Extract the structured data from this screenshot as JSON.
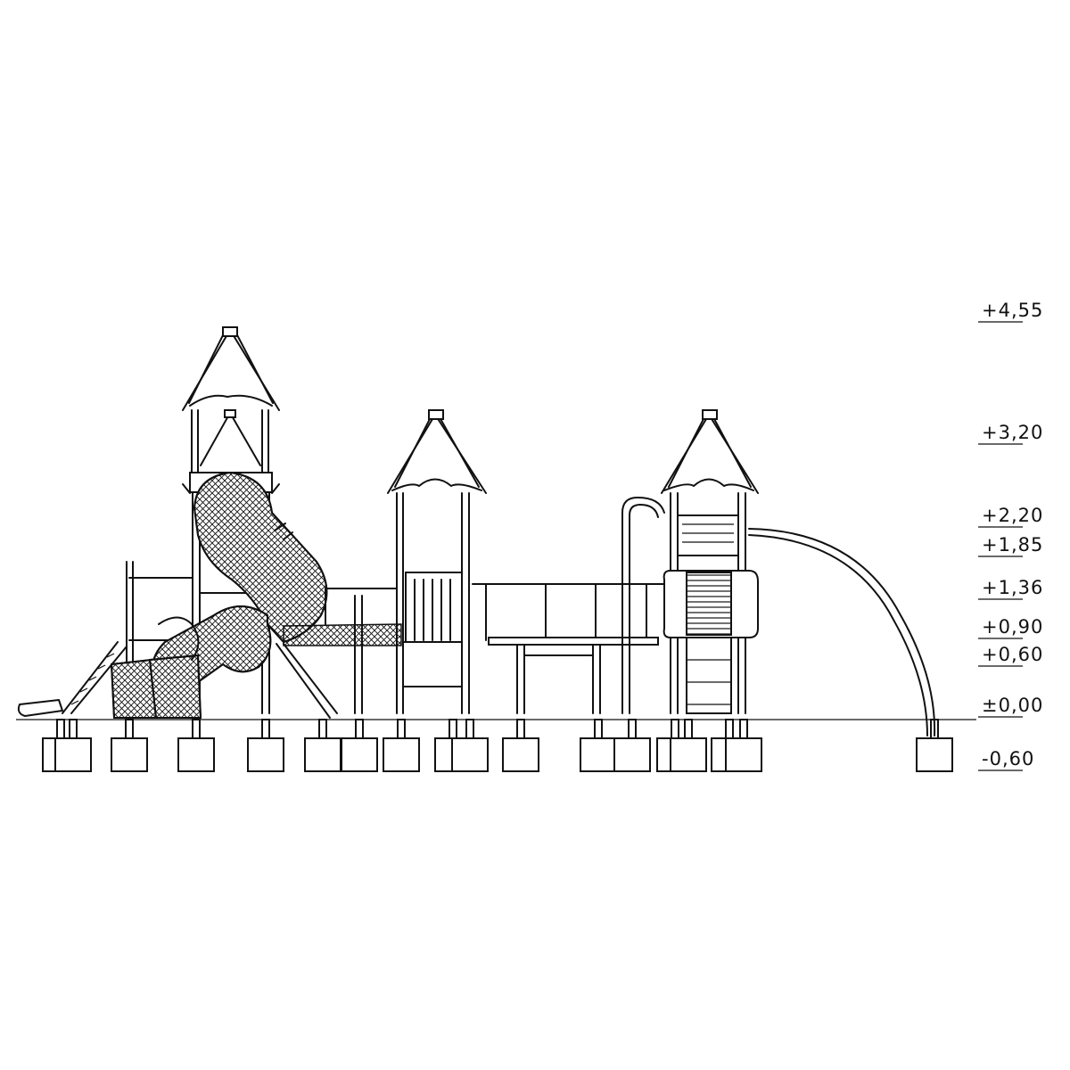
{
  "levels": [
    {
      "label": "+4,55"
    },
    {
      "label": "+3,20"
    },
    {
      "label": "+2,20"
    },
    {
      "label": "+1,85"
    },
    {
      "label": "+1,36"
    },
    {
      "label": "+0,90"
    },
    {
      "label": "+0,60"
    },
    {
      "label": "±0,00"
    },
    {
      "label": "-0,60"
    }
  ],
  "colors": {
    "line": "#111111",
    "background": "#ffffff"
  }
}
